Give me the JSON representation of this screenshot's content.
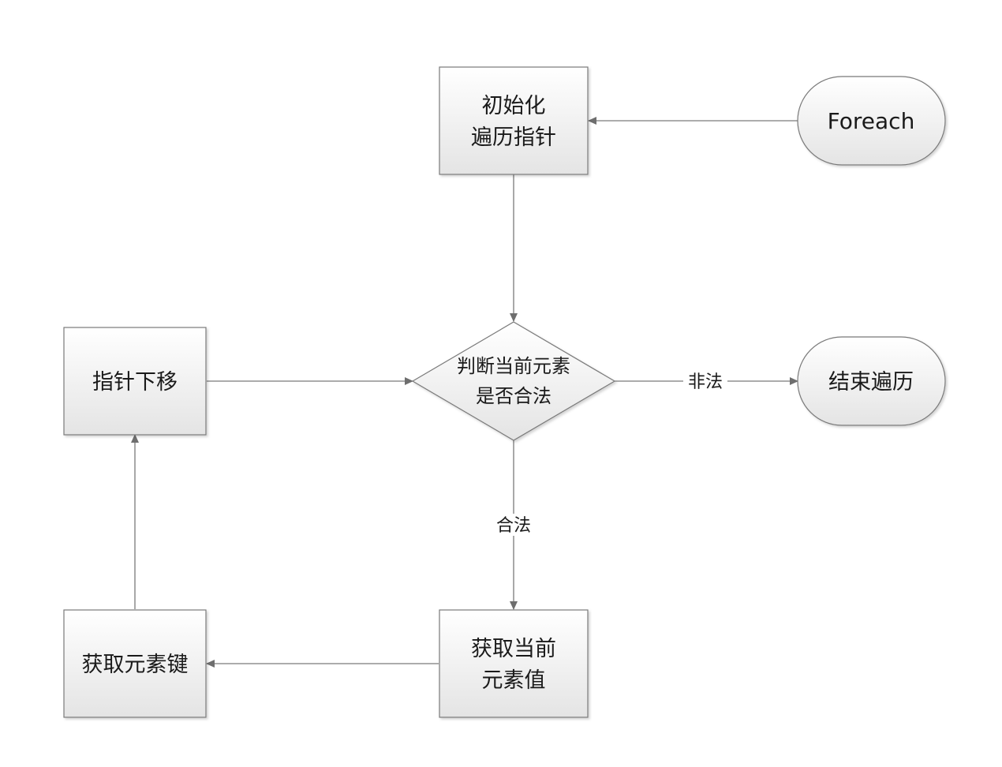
{
  "nodes": {
    "foreach": {
      "label": "Foreach"
    },
    "init": {
      "line1": "初始化",
      "line2": "遍历指针"
    },
    "decision": {
      "line1": "判断当前元素",
      "line2": "是否合法"
    },
    "end": {
      "label": "结束遍历"
    },
    "move": {
      "label": "指针下移"
    },
    "get_value": {
      "line1": "获取当前",
      "line2": "元素值"
    },
    "get_key": {
      "label": "获取元素键"
    }
  },
  "edges": {
    "invalid_label": "非法",
    "valid_label": "合法"
  },
  "colors": {
    "box_fill_top": "#ffffff",
    "box_fill_bottom": "#e6e6e6",
    "stroke": "#7a7a7a",
    "arrow": "#6e6e6e"
  }
}
